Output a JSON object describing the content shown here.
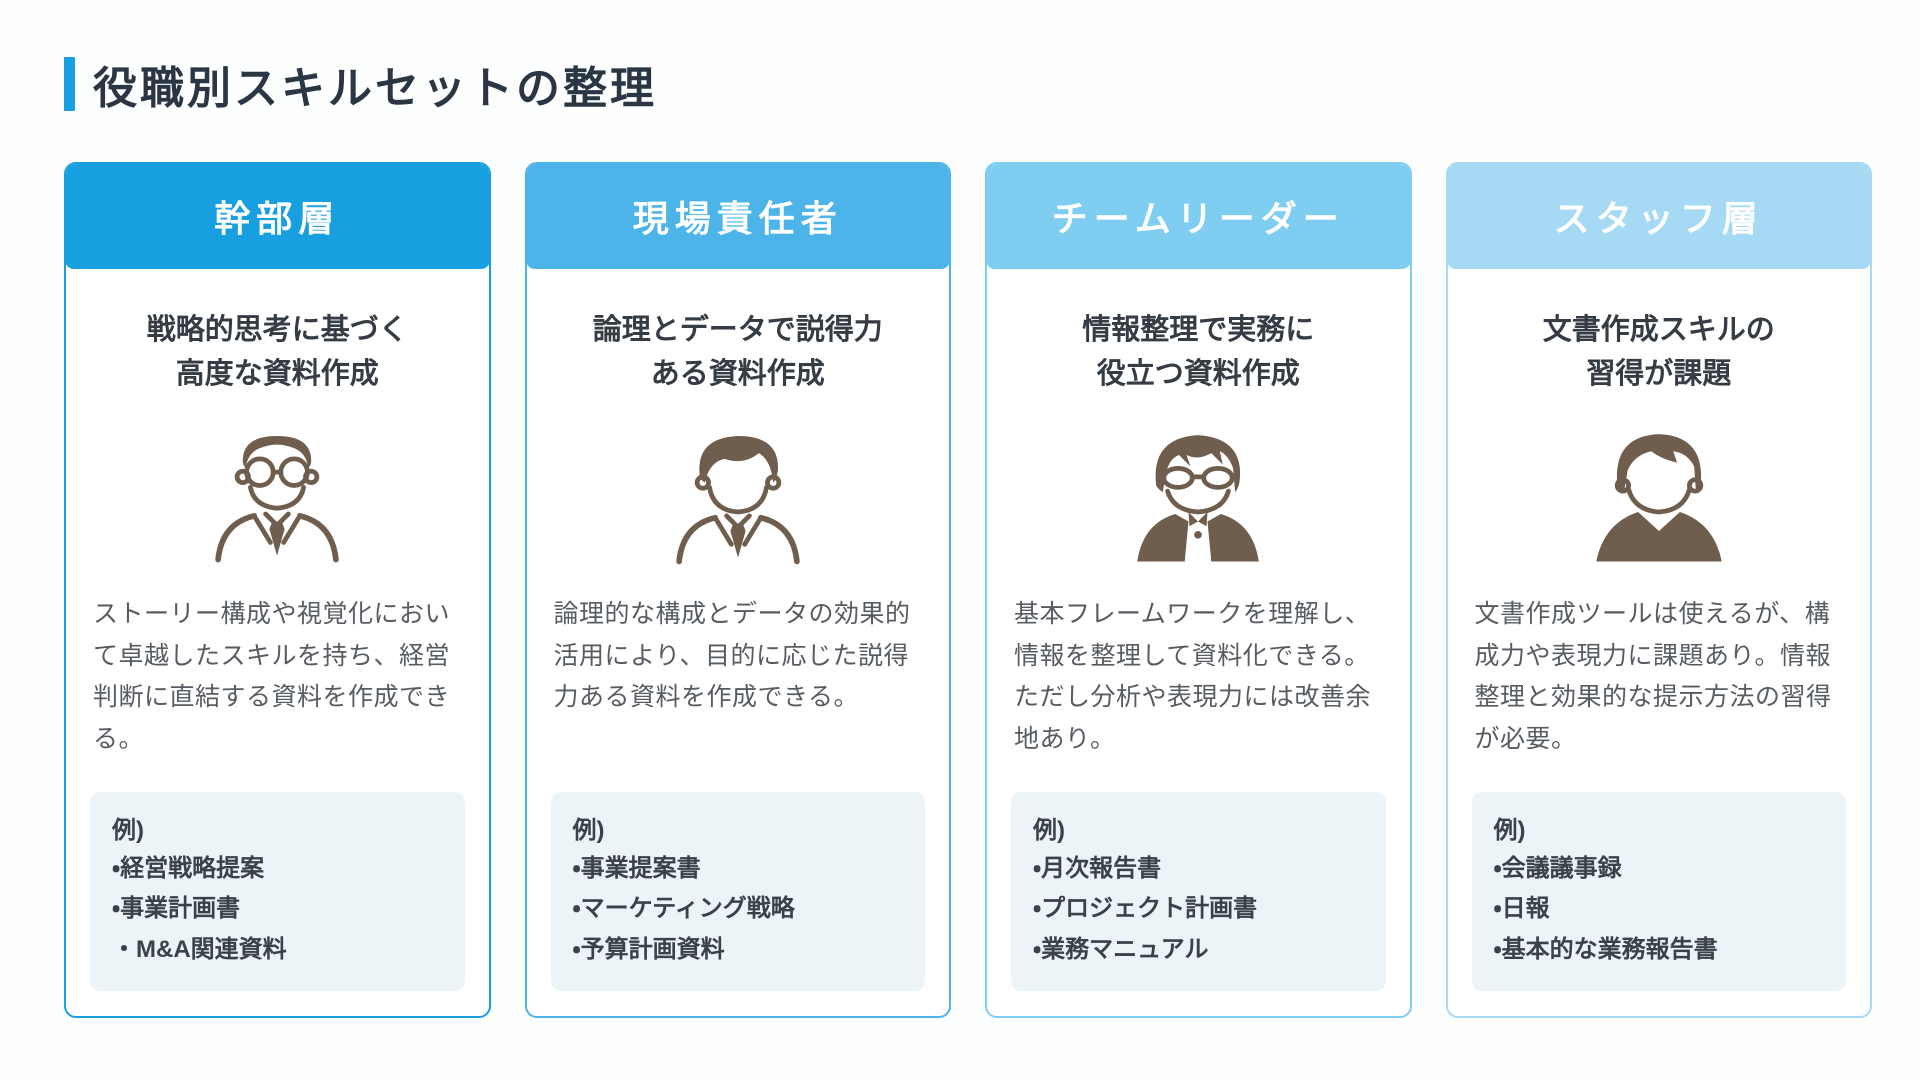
{
  "page": {
    "title": "役職別スキルセットの整理",
    "accent_color": "#189fe0",
    "icon_color": "#6f5e4d"
  },
  "cards": [
    {
      "role": "幹部層",
      "header_color": "#189fe0",
      "subtitle_line1": "戦略的思考に基づく",
      "subtitle_line2": "高度な資料作成",
      "icon": "executive-glasses-suit-icon",
      "description": "ストーリー構成や視覚化において卓越したスキルを持ち、経営判断に直結する資料を作成できる。",
      "example_label": "例)",
      "examples": [
        "経営戦略提案",
        "事業計画書",
        "M&A関連資料"
      ]
    },
    {
      "role": "現場責任者",
      "header_color": "#4cb4e8",
      "subtitle_line1": "論理とデータで説得力",
      "subtitle_line2": "ある資料作成",
      "icon": "manager-suit-icon",
      "description": "論理的な構成とデータの効果的活用により、目的に応じた説得力ある資料を作成できる。",
      "example_label": "例)",
      "examples": [
        "事業提案書",
        "マーケティング戦略",
        "予算計画資料"
      ]
    },
    {
      "role": "チームリーダー",
      "header_color": "#7fcdf0",
      "subtitle_line1": "情報整理で実務に",
      "subtitle_line2": "役立つ資料作成",
      "icon": "leader-glasses-cardigan-icon",
      "description": "基本フレームワークを理解し、情報を整理して資料化できる。ただし分析や表現力には改善余地あり。",
      "example_label": "例)",
      "examples": [
        "月次報告書",
        "プロジェクト計画書",
        "業務マニュアル"
      ]
    },
    {
      "role": "スタッフ層",
      "header_color": "#a6daf4",
      "subtitle_line1": "文書作成スキルの",
      "subtitle_line2": "習得が課題",
      "icon": "staff-vneck-icon",
      "description": "文書作成ツールは使えるが、構成力や表現力に課題あり。情報整理と効果的な提示方法の習得が必要。",
      "example_label": "例)",
      "examples": [
        "会議議事録",
        "日報",
        "基本的な業務報告書"
      ]
    }
  ]
}
